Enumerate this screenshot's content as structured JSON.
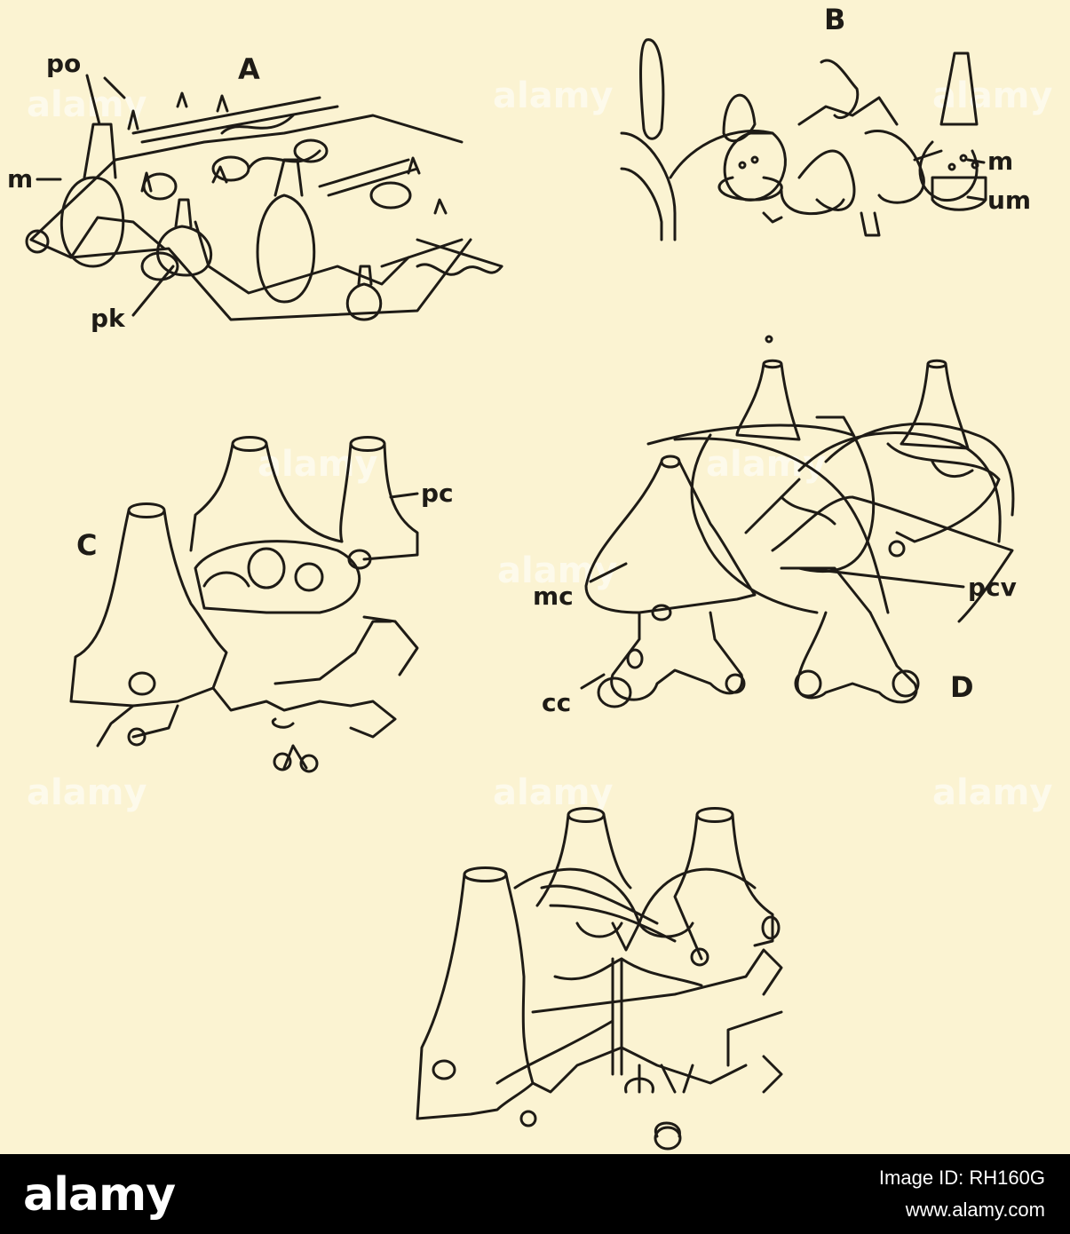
{
  "figure": {
    "panels": {
      "a": {
        "letter": "A",
        "labels": {
          "po": "po",
          "m": "m",
          "pk": "pk"
        }
      },
      "b": {
        "letter": "B",
        "labels": {
          "m": "m",
          "um": "um"
        }
      },
      "c": {
        "letter": "C",
        "labels": {
          "pc": "pc"
        }
      },
      "d": {
        "letter": "D",
        "labels": {
          "mc": "mc",
          "cc": "cc",
          "pcv": "pcv"
        }
      },
      "e": {
        "letter": ""
      }
    }
  },
  "watermark": {
    "text": "alamy"
  },
  "footer": {
    "logo": "alamy",
    "image_id": "Image ID: RH160G",
    "url": "www.alamy.com"
  },
  "colors": {
    "paper": "#fbf3d2",
    "ink": "#1e1b16",
    "footer_bg": "#000000",
    "footer_text": "#ffffff"
  }
}
